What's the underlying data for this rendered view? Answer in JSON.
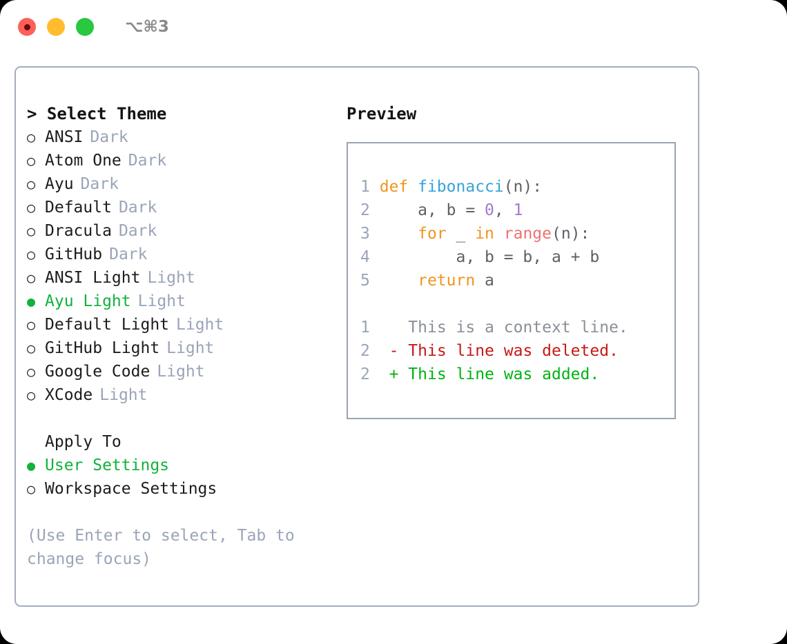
{
  "window": {
    "shortcut": "⌥⌘3",
    "traffic_lights": [
      "close-red",
      "minimize-yellow",
      "maximize-green"
    ]
  },
  "theme_panel": {
    "title": "> Select Theme",
    "items": [
      {
        "marker": "○",
        "name": "ANSI",
        "kind": "Dark",
        "selected": false
      },
      {
        "marker": "○",
        "name": "Atom One",
        "kind": "Dark",
        "selected": false
      },
      {
        "marker": "○",
        "name": "Ayu",
        "kind": "Dark",
        "selected": false
      },
      {
        "marker": "○",
        "name": "Default",
        "kind": "Dark",
        "selected": false
      },
      {
        "marker": "○",
        "name": "Dracula",
        "kind": "Dark",
        "selected": false
      },
      {
        "marker": "○",
        "name": "GitHub",
        "kind": "Dark",
        "selected": false
      },
      {
        "marker": "○",
        "name": "ANSI Light",
        "kind": "Light",
        "selected": false
      },
      {
        "marker": "●",
        "name": "Ayu Light",
        "kind": "Light",
        "selected": true
      },
      {
        "marker": "○",
        "name": "Default Light",
        "kind": "Light",
        "selected": false
      },
      {
        "marker": "○",
        "name": "GitHub Light",
        "kind": "Light",
        "selected": false
      },
      {
        "marker": "○",
        "name": "Google Code",
        "kind": "Light",
        "selected": false
      },
      {
        "marker": "○",
        "name": "XCode",
        "kind": "Light",
        "selected": false
      }
    ]
  },
  "apply_to": {
    "title": "Apply To",
    "items": [
      {
        "marker": "●",
        "name": "User Settings",
        "selected": true
      },
      {
        "marker": "○",
        "name": "Workspace Settings",
        "selected": false
      }
    ]
  },
  "hint": "(Use Enter to select, Tab to change focus)",
  "preview": {
    "title": "Preview",
    "code": [
      {
        "lineno": "1",
        "tokens": [
          {
            "text": "def ",
            "type": "kw"
          },
          {
            "text": "fibonacci",
            "type": "fn"
          },
          {
            "text": "(n):",
            "type": "plain"
          }
        ]
      },
      {
        "lineno": "2",
        "tokens": [
          {
            "text": "    a, b = ",
            "type": "plain"
          },
          {
            "text": "0",
            "type": "num"
          },
          {
            "text": ", ",
            "type": "plain"
          },
          {
            "text": "1",
            "type": "num"
          }
        ]
      },
      {
        "lineno": "3",
        "tokens": [
          {
            "text": "    ",
            "type": "plain"
          },
          {
            "text": "for",
            "type": "kw"
          },
          {
            "text": " _ ",
            "type": "plain"
          },
          {
            "text": "in",
            "type": "kw"
          },
          {
            "text": " ",
            "type": "plain"
          },
          {
            "text": "range",
            "type": "call"
          },
          {
            "text": "(n):",
            "type": "plain"
          }
        ]
      },
      {
        "lineno": "4",
        "tokens": [
          {
            "text": "        a, b = b, a + b",
            "type": "plain"
          }
        ]
      },
      {
        "lineno": "5",
        "tokens": [
          {
            "text": "    ",
            "type": "plain"
          },
          {
            "text": "return",
            "type": "kw"
          },
          {
            "text": " a",
            "type": "plain"
          }
        ]
      }
    ],
    "diff": [
      {
        "lineno": "1",
        "marker": " ",
        "text": "This is a context line.",
        "type": "ctx"
      },
      {
        "lineno": "2",
        "marker": "-",
        "text": "This line was deleted.",
        "type": "del"
      },
      {
        "lineno": "2",
        "marker": "+",
        "text": "This line was added.",
        "type": "add"
      }
    ]
  },
  "colors": {
    "accent_green": "#11b23b",
    "muted": "#9aa4b8",
    "border": "#a3adbd",
    "keyword": "#f2941f",
    "function": "#36a3d9",
    "number": "#a37acc",
    "call": "#f07171",
    "diff_added": "#00b312",
    "diff_deleted": "#c41a16"
  }
}
